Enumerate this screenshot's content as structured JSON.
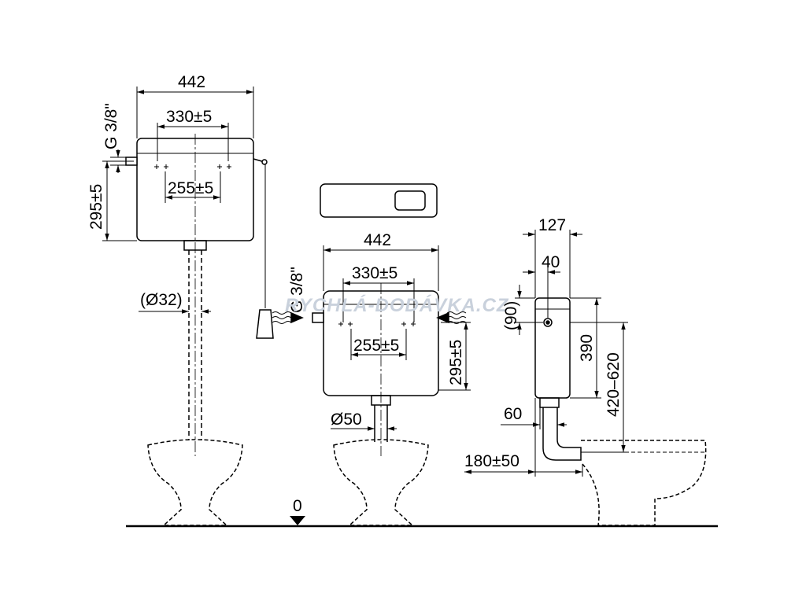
{
  "watermark": "RYCHLÁ-DODÁVKA.CZ",
  "view1": {
    "width": "442",
    "holes_outer": "330±5",
    "holes_inner": "255±5",
    "inlet_thread": "G 3/8\"",
    "height": "295±5",
    "pipe_diameter": "(Ø32)"
  },
  "view2": {
    "width": "442",
    "holes_outer": "330±5",
    "holes_inner": "255±5",
    "inlet_thread": "G 3/8\"",
    "height": "295±5",
    "outlet_diameter": "Ø50"
  },
  "view3": {
    "depth": "127",
    "inlet_offset": "40",
    "inlet_height": "(90)",
    "height": "390",
    "mount_range": "420–620",
    "outlet_offset": "60",
    "bowl_distance": "180±50"
  },
  "floor_level": "0"
}
